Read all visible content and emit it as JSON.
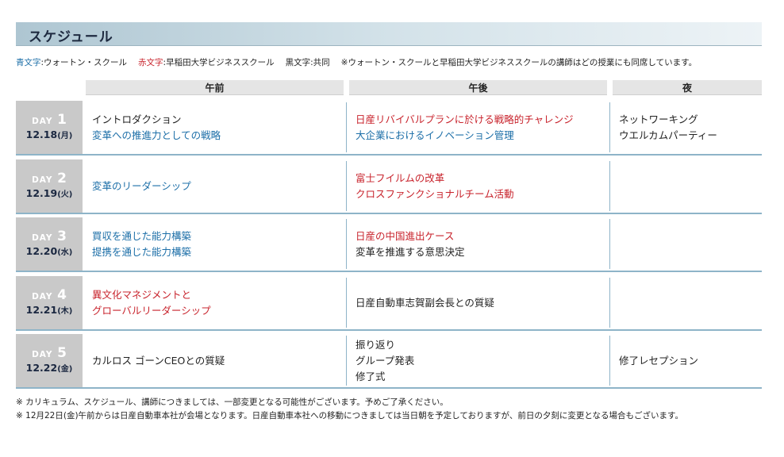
{
  "header": {
    "title": "スケジュール"
  },
  "legend": {
    "blue_label": "青文字",
    "blue_desc": ":ウォートン・スクール",
    "red_label": "赤文字",
    "red_desc": ":早稲田大学ビジネススクール",
    "black_text": "黒文字:共同",
    "note": "※ウォートン・スクールと早稲田大学ビジネススクールの講師はどの授業にも同席しています。"
  },
  "columns": {
    "am": "午前",
    "pm": "午後",
    "night": "夜"
  },
  "colors": {
    "blue": "#1d6fa8",
    "red": "#c8232c",
    "black": "#222222",
    "accent_line": "#8eb4c8"
  },
  "rows": [
    {
      "day_word": "DAY",
      "day_num": "1",
      "date": "12.18",
      "weekday": "(月)",
      "am": [
        {
          "text": "イントロダクション",
          "color": "black"
        },
        {
          "text": "変革への推進力としての戦略",
          "color": "blue"
        }
      ],
      "pm": [
        {
          "text": "日産リバイバルプランに於ける戦略的チャレンジ",
          "color": "red"
        },
        {
          "text": "大企業におけるイノベーション管理",
          "color": "blue"
        }
      ],
      "night": [
        {
          "text": "ネットワーキング",
          "color": "black"
        },
        {
          "text": "ウエルカムパーティー",
          "color": "black"
        }
      ]
    },
    {
      "day_word": "DAY",
      "day_num": "2",
      "date": "12.19",
      "weekday": "(火)",
      "am": [
        {
          "text": "変革のリーダーシップ",
          "color": "blue"
        }
      ],
      "pm": [
        {
          "text": "富士フイルムの改革",
          "color": "red"
        },
        {
          "text": "クロスファンクショナルチーム活動",
          "color": "red"
        }
      ],
      "night": []
    },
    {
      "day_word": "DAY",
      "day_num": "3",
      "date": "12.20",
      "weekday": "(水)",
      "am": [
        {
          "text": "買収を通じた能力構築",
          "color": "blue"
        },
        {
          "text": "提携を通じた能力構築",
          "color": "blue"
        }
      ],
      "pm": [
        {
          "text": "日産の中国進出ケース",
          "color": "red"
        },
        {
          "text": "変革を推進する意思決定",
          "color": "black"
        }
      ],
      "night": []
    },
    {
      "day_word": "DAY",
      "day_num": "4",
      "date": "12.21",
      "weekday": "(木)",
      "am": [
        {
          "text": "異文化マネジメントと",
          "color": "red"
        },
        {
          "text": "グローバルリーダーシップ",
          "color": "red"
        }
      ],
      "pm": [
        {
          "text": "日産自動車志賀副会長との質疑",
          "color": "black"
        }
      ],
      "night": []
    },
    {
      "day_word": "DAY",
      "day_num": "5",
      "date": "12.22",
      "weekday": "(金)",
      "am": [
        {
          "text": "カルロス ゴーンCEOとの質疑",
          "color": "black"
        }
      ],
      "pm": [
        {
          "text": "振り返り",
          "color": "black"
        },
        {
          "text": "グループ発表",
          "color": "black"
        },
        {
          "text": "修了式",
          "color": "black"
        }
      ],
      "night": [
        {
          "text": "修了レセプション",
          "color": "black"
        }
      ]
    }
  ],
  "notes": [
    "※ カリキュラム、スケジュール、講師につきましては、一部変更となる可能性がございます。予めご了承ください。",
    "※ 12月22日(金)午前からは日産自動車本社が会場となります。日産自動車本社への移動につきましては当日朝を予定しておりますが、前日の夕刻に変更となる場合もございます。"
  ]
}
